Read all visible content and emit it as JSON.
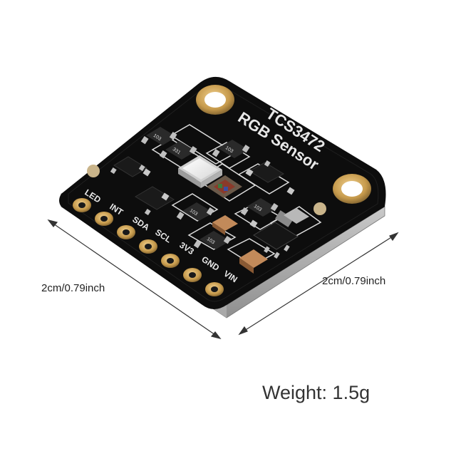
{
  "product": {
    "board_title_line1": "TCS3472",
    "board_title_line2": "RGB Sensor",
    "pin_labels": [
      "LED",
      "INT",
      "SDA",
      "SCL",
      "3V3",
      "GND",
      "VIN"
    ],
    "component_marks": {
      "resistor_1": "103",
      "resistor_2": "331",
      "resistor_3": "103",
      "resistor_4": "103",
      "resistor_5": "103",
      "resistor_6": "103"
    }
  },
  "dimensions": {
    "width_label": "2cm/0.79inch",
    "depth_label": "2cm/0.79inch"
  },
  "weight_label": "Weight: 1.5g",
  "colors": {
    "pcb": "#0d0d0d",
    "pcb_edge": "#b9b9b9",
    "pad_gold": "#c9a25a",
    "silkscreen": "#e8e8e8"
  }
}
